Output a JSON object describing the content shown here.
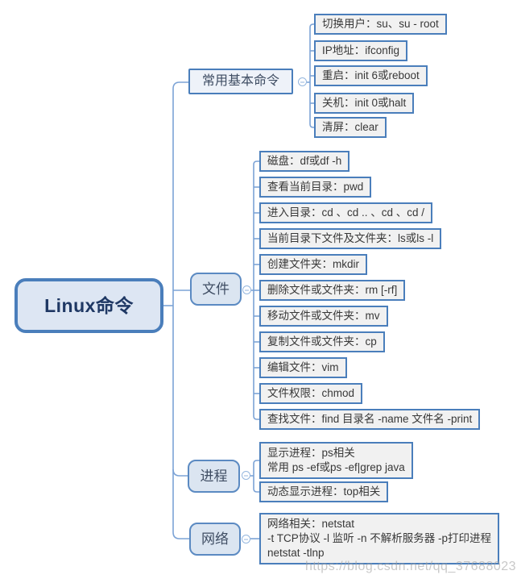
{
  "watermark": "https://blog.csdn.net/qq_37688023",
  "root": {
    "label": "Linux命令"
  },
  "branches": [
    {
      "label": "常用基本命令",
      "children": [
        {
          "label": "切换用户：su、su - root"
        },
        {
          "label": "IP地址：ifconfig"
        },
        {
          "label": "重启：init 6或reboot"
        },
        {
          "label": "关机：init 0或halt"
        },
        {
          "label": "清屏：clear"
        }
      ]
    },
    {
      "label": "文件",
      "children": [
        {
          "label": "磁盘：df或df -h"
        },
        {
          "label": "查看当前目录：pwd"
        },
        {
          "label": "进入目录：cd 、cd .. 、cd 、cd /"
        },
        {
          "label": "当前目录下文件及文件夹：ls或ls -l"
        },
        {
          "label": "创建文件夹：mkdir"
        },
        {
          "label": "删除文件或文件夹：rm [-rf]"
        },
        {
          "label": "移动文件或文件夹：mv"
        },
        {
          "label": "复制文件或文件夹：cp"
        },
        {
          "label": "编辑文件：vim"
        },
        {
          "label": "文件权限：chmod"
        },
        {
          "label": "查找文件：find 目录名 -name 文件名 -print"
        }
      ]
    },
    {
      "label": "进程",
      "children": [
        {
          "label": "显示进程：ps相关\n常用 ps -ef或ps -ef|grep java"
        },
        {
          "label": "动态显示进程：top相关"
        }
      ]
    },
    {
      "label": "网络",
      "children": [
        {
          "label": "网络相关：netstat\n-t TCP协议 -l 监听 -n 不解析服务器 -p打印进程\nnetstat -tlnp"
        }
      ]
    }
  ],
  "colors": {
    "connector": "#7ca3d6",
    "node_border": "#4a7ebb",
    "child_fill": "#f1f1f1",
    "branch_fill": "#dbe5f1",
    "root_fill": "#dde6f3",
    "root_text": "#1f3864"
  }
}
